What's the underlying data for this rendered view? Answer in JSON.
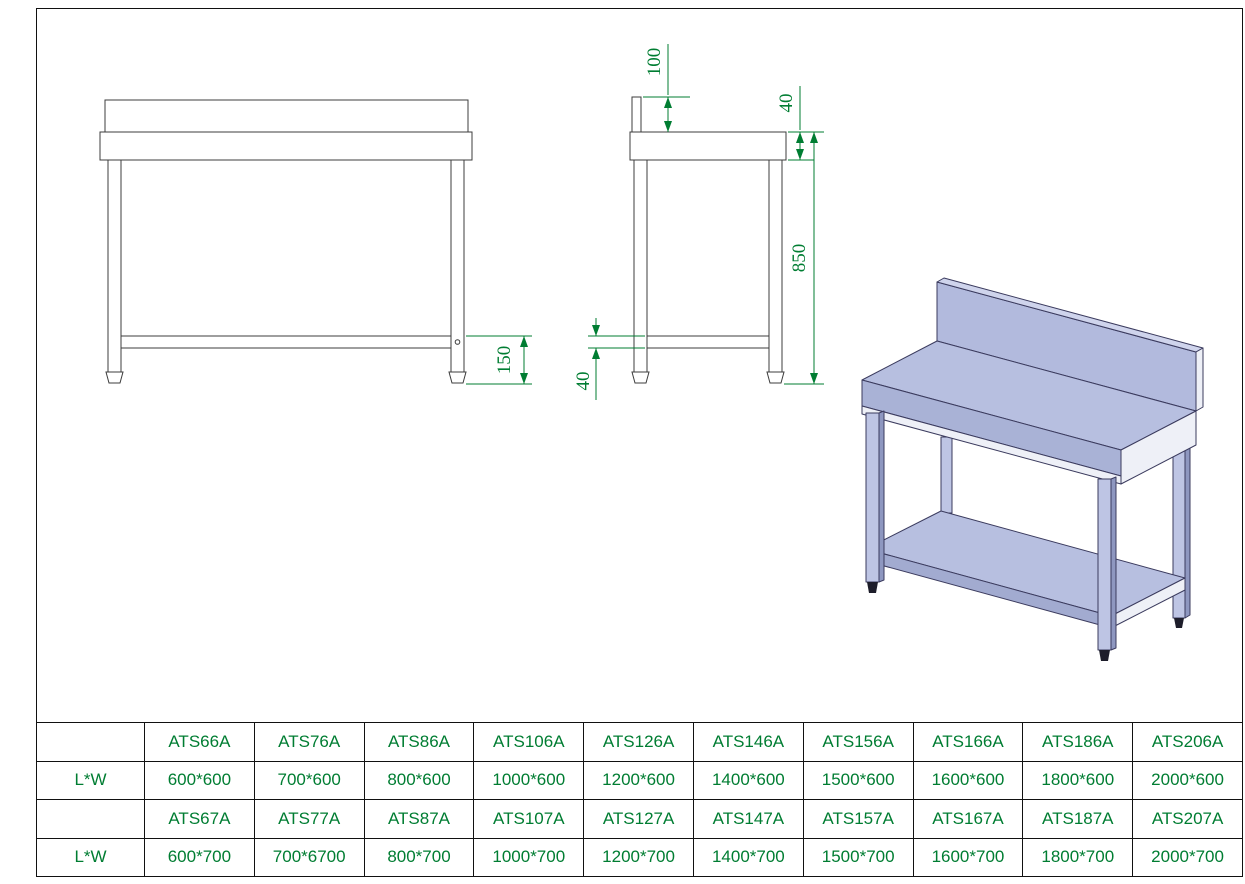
{
  "colors": {
    "dimension_text": "#007d32",
    "table_text": "#007d32",
    "drawing_line": "#3c3c3c",
    "iso_outline": "#3b3b5e",
    "iso_top": "#b7bfe0",
    "iso_front": "#a9b2d6",
    "iso_backsplash": "#b2badd",
    "iso_backsplash_top": "#cfd4ec",
    "iso_leg_front": "#bec5e4",
    "iso_leg_side": "#8e97c0",
    "iso_shelf_top": "#b7bfe0",
    "iso_shelf_front": "#a2abd0",
    "iso_end_cap": "#eef0f7",
    "iso_foot": "#1d1d2a"
  },
  "dimensions": {
    "shelf_to_floor": "150",
    "backsplash_height": "100",
    "top_thickness": "40",
    "work_height": "850",
    "shelf_thickness": "40"
  },
  "spec_table": {
    "rows": [
      {
        "cells": [
          "",
          "ATS66A",
          "ATS76A",
          "ATS86A",
          "ATS106A",
          "ATS126A",
          "ATS146A",
          "ATS156A",
          "ATS166A",
          "ATS186A",
          "ATS206A"
        ]
      },
      {
        "cells": [
          "L*W",
          "600*600",
          "700*600",
          "800*600",
          "1000*600",
          "1200*600",
          "1400*600",
          "1500*600",
          "1600*600",
          "1800*600",
          "2000*600"
        ]
      },
      {
        "cells": [
          "",
          "ATS67A",
          "ATS77A",
          "ATS87A",
          "ATS107A",
          "ATS127A",
          "ATS147A",
          "ATS157A",
          "ATS167A",
          "ATS187A",
          "ATS207A"
        ]
      },
      {
        "cells": [
          "L*W",
          "600*700",
          "700*6700",
          "800*700",
          "1000*700",
          "1200*700",
          "1400*700",
          "1500*700",
          "1600*700",
          "1800*700",
          "2000*700"
        ]
      }
    ]
  }
}
